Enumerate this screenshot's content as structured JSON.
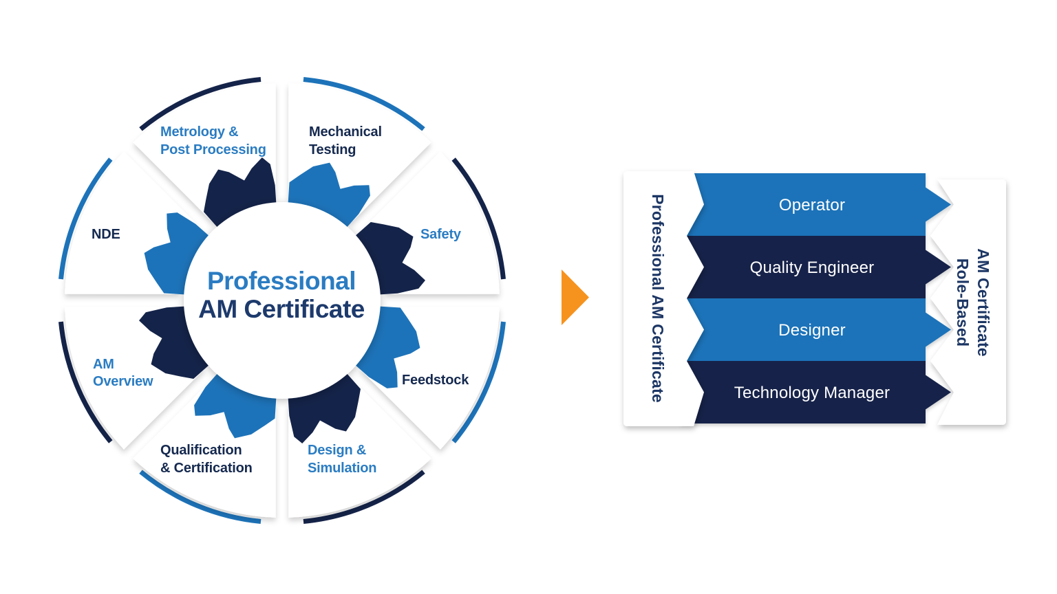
{
  "palette": {
    "blue": "#1d73b9",
    "navy": "#142349",
    "text_blue": "#2a7cc2",
    "text_navy": "#15294f",
    "center_navy": "#1d3a6c",
    "panel_navy": "#1c3664",
    "orange": "#f6931f"
  },
  "wheel": {
    "center_line1": "Professional",
    "center_line2": "AM Certificate",
    "segments": [
      {
        "id": "mechanical-testing",
        "lines": [
          "Mechanical",
          "Testing"
        ],
        "gear_color": "blue",
        "text_color": "navy"
      },
      {
        "id": "safety",
        "lines": [
          "Safety"
        ],
        "gear_color": "navy",
        "text_color": "blue"
      },
      {
        "id": "feedstock",
        "lines": [
          "Feedstock"
        ],
        "gear_color": "blue",
        "text_color": "navy"
      },
      {
        "id": "design-simulation",
        "lines": [
          "Design &",
          "Simulation"
        ],
        "gear_color": "navy",
        "text_color": "blue"
      },
      {
        "id": "qualification-certification",
        "lines": [
          "Qualification",
          "& Certification"
        ],
        "gear_color": "blue",
        "text_color": "navy"
      },
      {
        "id": "am-overview",
        "lines": [
          "AM",
          "Overview"
        ],
        "gear_color": "navy",
        "text_color": "blue"
      },
      {
        "id": "nde",
        "lines": [
          "NDE"
        ],
        "gear_color": "blue",
        "text_color": "navy"
      },
      {
        "id": "metrology-post-processing",
        "lines": [
          "Metrology &",
          "Post Processing"
        ],
        "gear_color": "navy",
        "text_color": "blue"
      }
    ]
  },
  "arrow": {
    "meaning": "leads-to"
  },
  "stack": {
    "left_panel_label": "Professional AM Certificate",
    "right_panel_lines": [
      "Role-Based",
      "AM Certificate"
    ],
    "bars": [
      {
        "label": "Operator",
        "color": "blue"
      },
      {
        "label": "Quality Engineer",
        "color": "navy"
      },
      {
        "label": "Designer",
        "color": "blue"
      },
      {
        "label": "Technology Manager",
        "color": "navy"
      }
    ]
  }
}
